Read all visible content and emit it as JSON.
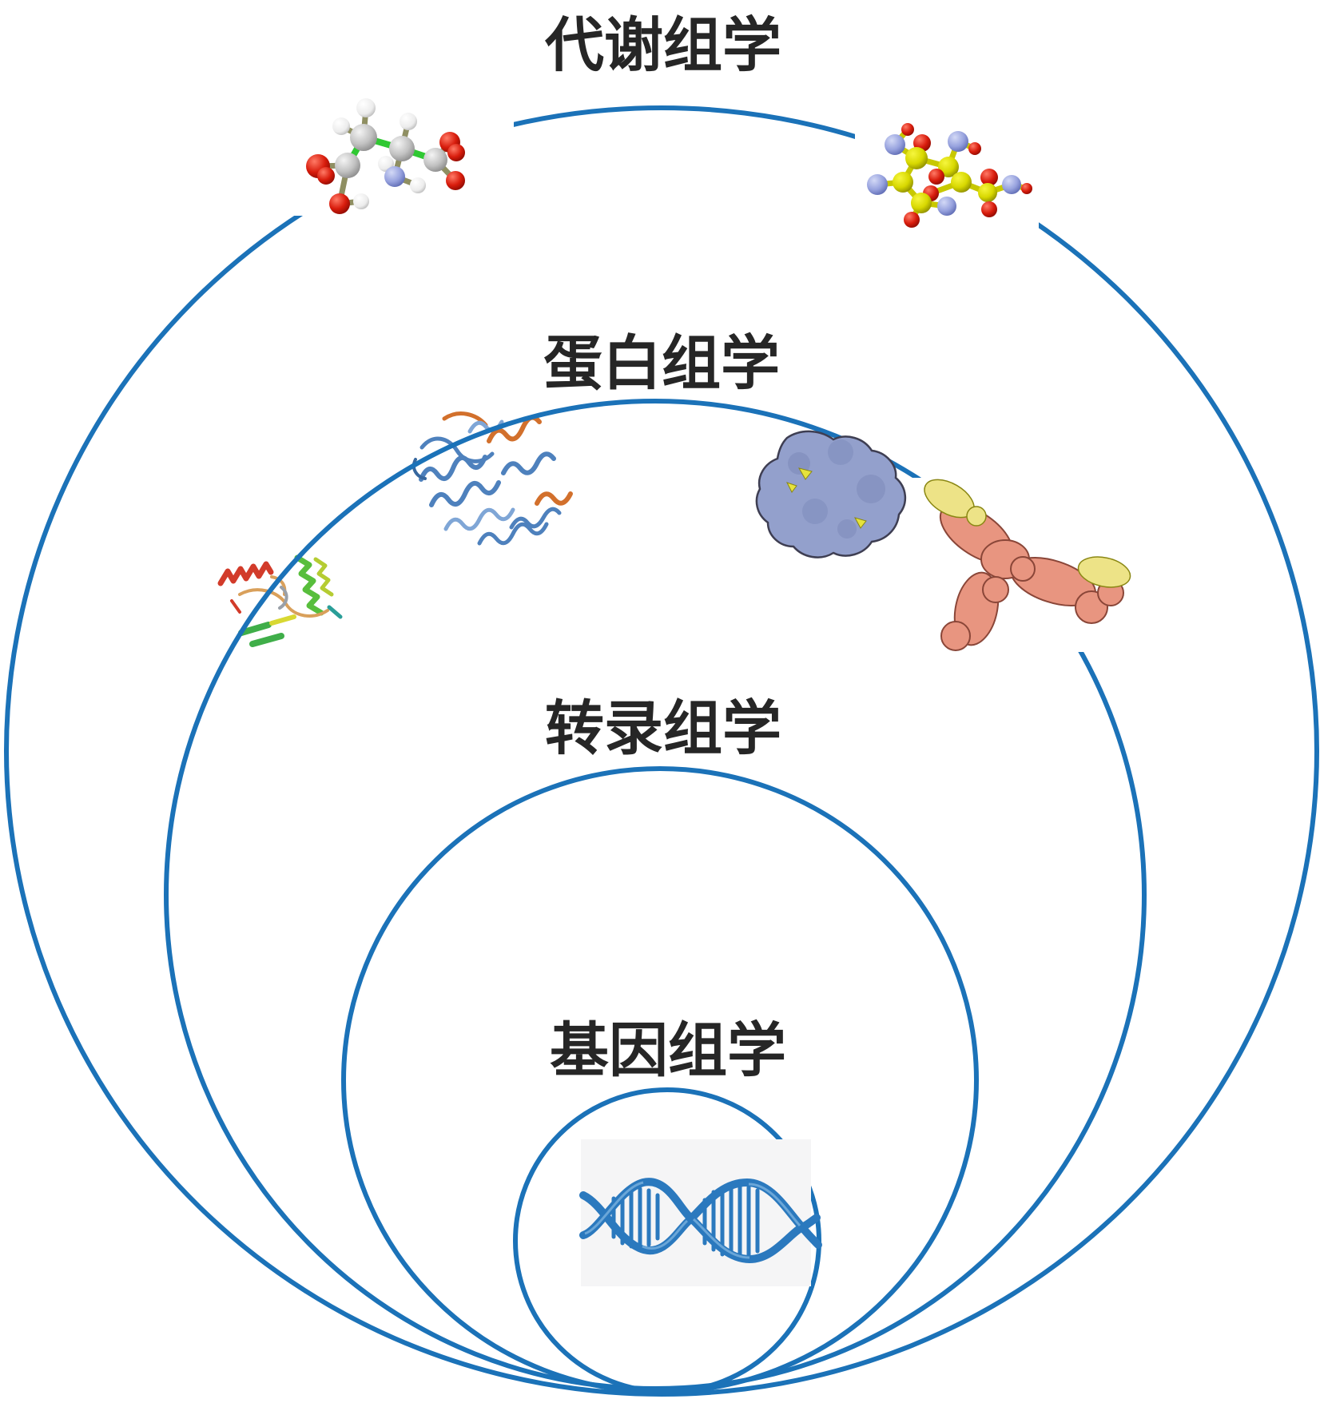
{
  "figure": {
    "type": "nested-circles-omics-hierarchy",
    "rings": [
      {
        "id": "metabolomics",
        "label": "代谢组学"
      },
      {
        "id": "proteomics",
        "label": "蛋白组学"
      },
      {
        "id": "transcriptomics",
        "label": "转录组学"
      },
      {
        "id": "genomics",
        "label": "基因组学"
      }
    ],
    "colors": {
      "ring_stroke": "#1B72B8",
      "label_text": "#262626",
      "background": "#FFFFFF"
    },
    "illustrations": [
      {
        "name": "amino-acid-ball-and-stick-molecule",
        "ring": "metabolomics"
      },
      {
        "name": "sugar-ball-and-stick-molecule",
        "ring": "metabolomics"
      },
      {
        "name": "ribbon-protein-blue-orange",
        "ring": "proteomics"
      },
      {
        "name": "surface-protein-blue",
        "ring": "proteomics"
      },
      {
        "name": "ribbon-protein-rainbow",
        "ring": "proteomics"
      },
      {
        "name": "antibody-surface-structure",
        "ring": "proteomics"
      },
      {
        "name": "dna-double-helix",
        "ring": "genomics"
      }
    ]
  }
}
